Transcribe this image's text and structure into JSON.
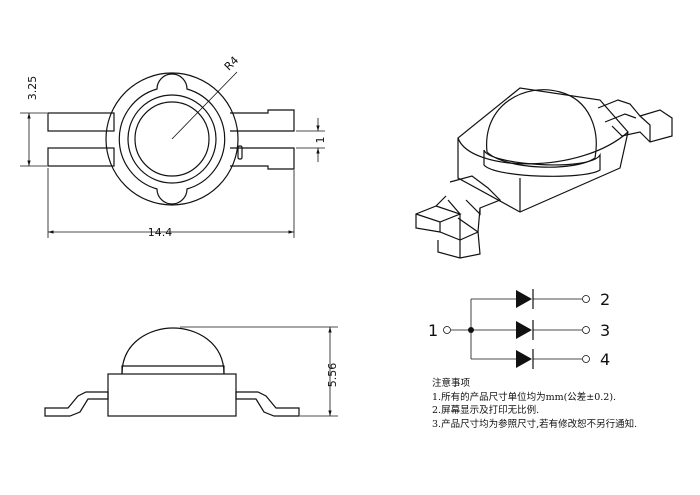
{
  "dimensions": {
    "top_height": "3.25",
    "radius": "R4",
    "width": "14.4",
    "pin_gap": "1",
    "side_height": "5.56"
  },
  "pins": [
    "1",
    "2",
    "3",
    "4"
  ],
  "notes": {
    "title": "注意事项",
    "items": [
      "1.所有的产品尺寸单位均为mm(公差±0.2).",
      "2.屏幕显示及打印无比例.",
      "3.产品尺寸均为参照尺寸,若有修改恕不另行通知."
    ]
  }
}
